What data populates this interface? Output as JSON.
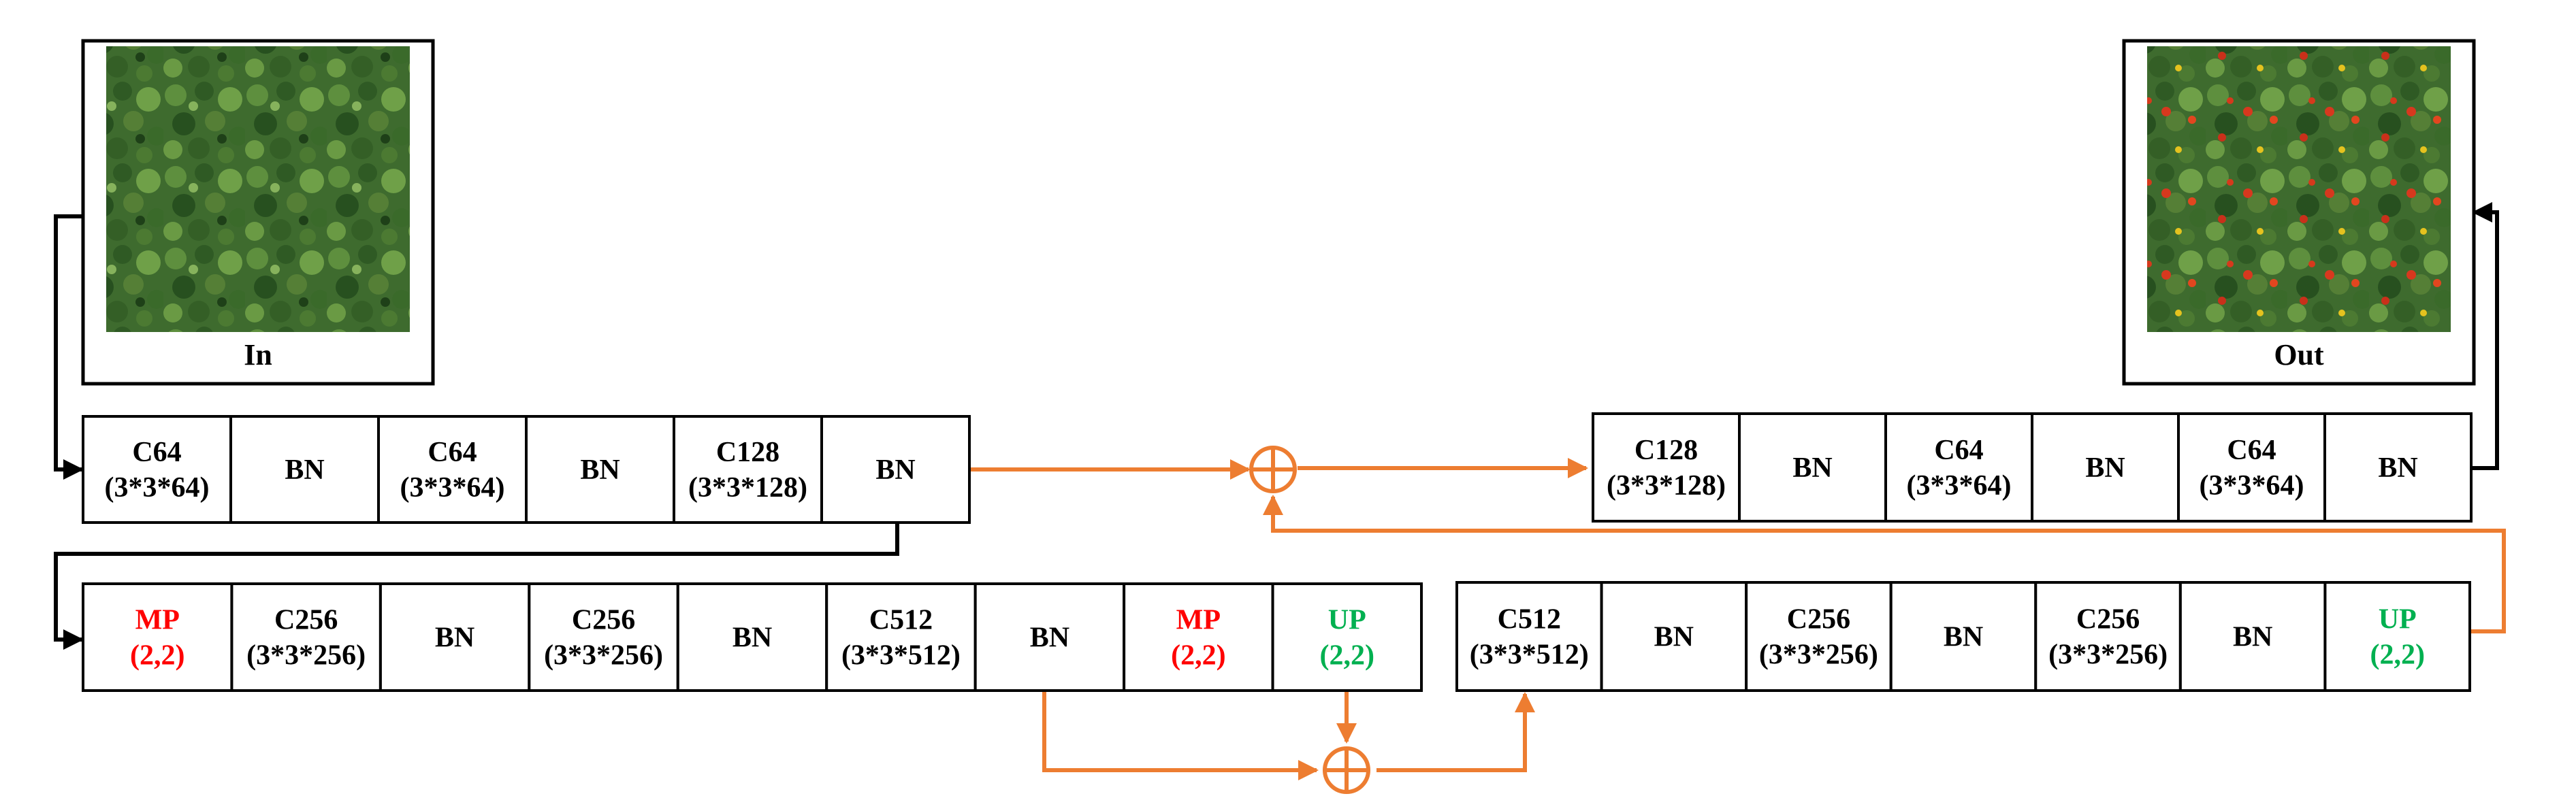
{
  "input_label": "In",
  "output_label": "Out",
  "colors": {
    "box_stroke": "#000000",
    "connector": "#ED7D31",
    "flow_line": "#000000",
    "label_default": "#000000",
    "label_maxpool": "#FF0000",
    "label_upsample": "#00B050"
  },
  "encoder_row_1": [
    {
      "line1": "C64",
      "line2": "(3*3*64)",
      "kind": "conv"
    },
    {
      "line1": "BN",
      "line2": "",
      "kind": "bn"
    },
    {
      "line1": "C64",
      "line2": "(3*3*64)",
      "kind": "conv"
    },
    {
      "line1": "BN",
      "line2": "",
      "kind": "bn"
    },
    {
      "line1": "C128",
      "line2": "(3*3*128)",
      "kind": "conv"
    },
    {
      "line1": "BN",
      "line2": "",
      "kind": "bn"
    }
  ],
  "encoder_row_2": [
    {
      "line1": "MP",
      "line2": "(2,2)",
      "kind": "maxpool"
    },
    {
      "line1": "C256",
      "line2": "(3*3*256)",
      "kind": "conv"
    },
    {
      "line1": "BN",
      "line2": "",
      "kind": "bn"
    },
    {
      "line1": "C256",
      "line2": "(3*3*256)",
      "kind": "conv"
    },
    {
      "line1": "BN",
      "line2": "",
      "kind": "bn"
    },
    {
      "line1": "C512",
      "line2": "(3*3*512)",
      "kind": "conv"
    },
    {
      "line1": "BN",
      "line2": "",
      "kind": "bn"
    },
    {
      "line1": "MP",
      "line2": "(2,2)",
      "kind": "maxpool"
    },
    {
      "line1": "UP",
      "line2": "(2,2)",
      "kind": "upsample"
    }
  ],
  "decoder_row_2": [
    {
      "line1": "C512",
      "line2": "(3*3*512)",
      "kind": "conv"
    },
    {
      "line1": "BN",
      "line2": "",
      "kind": "bn"
    },
    {
      "line1": "C256",
      "line2": "(3*3*256)",
      "kind": "conv"
    },
    {
      "line1": "BN",
      "line2": "",
      "kind": "bn"
    },
    {
      "line1": "C256",
      "line2": "(3*3*256)",
      "kind": "conv"
    },
    {
      "line1": "BN",
      "line2": "",
      "kind": "bn"
    },
    {
      "line1": "UP",
      "line2": "(2,2)",
      "kind": "upsample"
    }
  ],
  "decoder_row_1": [
    {
      "line1": "C128",
      "line2": "(3*3*128)",
      "kind": "conv"
    },
    {
      "line1": "BN",
      "line2": "",
      "kind": "bn"
    },
    {
      "line1": "C64",
      "line2": "(3*3*64)",
      "kind": "conv"
    },
    {
      "line1": "BN",
      "line2": "",
      "kind": "bn"
    },
    {
      "line1": "C64",
      "line2": "(3*3*64)",
      "kind": "conv"
    },
    {
      "line1": "BN",
      "line2": "",
      "kind": "bn"
    }
  ]
}
